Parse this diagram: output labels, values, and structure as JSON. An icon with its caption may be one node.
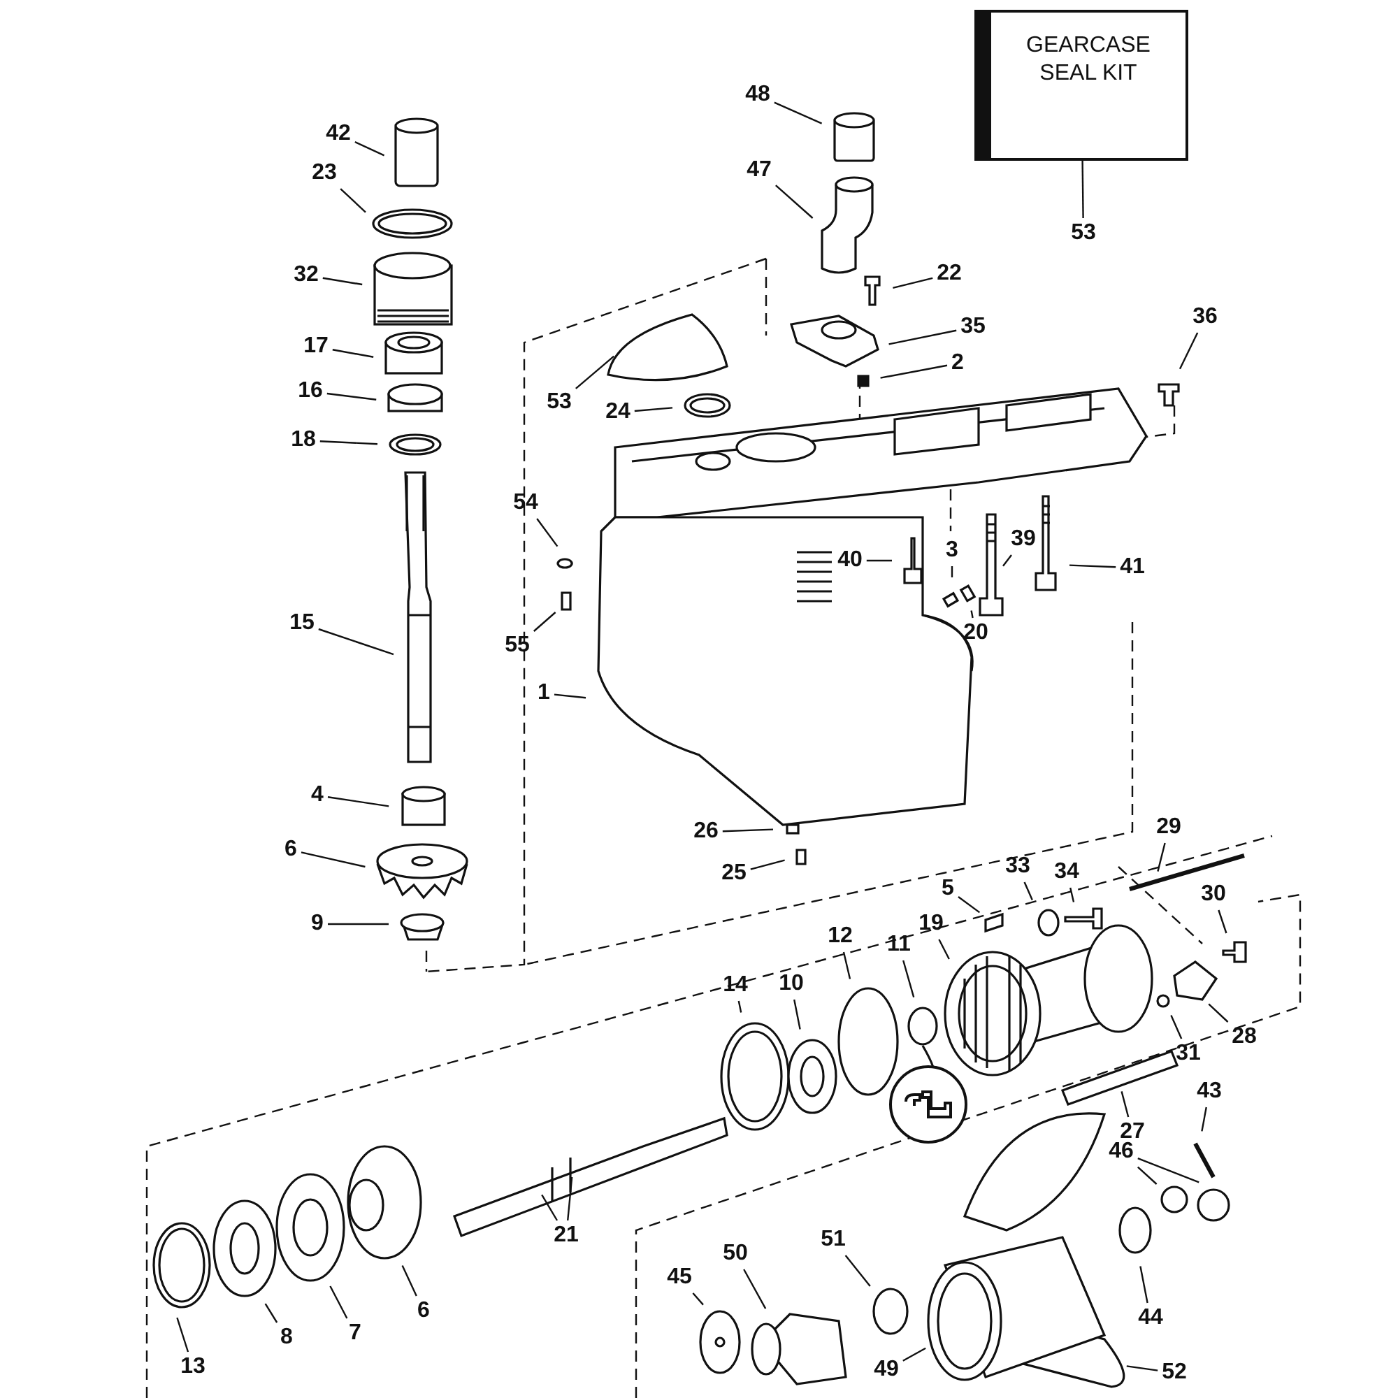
{
  "diagram": {
    "nodes": [
      {
        "text": [
          "GEARCASE SEAL KIT"
        ]
      },
      {
        "text": [
          "42"
        ]
      },
      {
        "text": [
          "23"
        ]
      },
      {
        "text": [
          "32"
        ]
      },
      {
        "text": [
          "17"
        ]
      },
      {
        "text": [
          "16"
        ]
      },
      {
        "text": [
          "18"
        ]
      },
      {
        "text": [
          "15"
        ]
      },
      {
        "text": [
          "4"
        ]
      },
      {
        "text": [
          "6"
        ]
      },
      {
        "text": [
          "9"
        ]
      },
      {
        "text": [
          "48"
        ]
      },
      {
        "text": [
          "47"
        ]
      },
      {
        "text": [
          "53"
        ]
      },
      {
        "text": [
          "22"
        ]
      },
      {
        "text": [
          "35"
        ]
      },
      {
        "text": [
          "2"
        ]
      },
      {
        "text": [
          "53"
        ]
      },
      {
        "text": [
          "24"
        ]
      },
      {
        "text": [
          "36"
        ]
      },
      {
        "text": [
          "54"
        ]
      },
      {
        "text": [
          "55"
        ]
      },
      {
        "text": [
          "40"
        ]
      },
      {
        "text": [
          "3"
        ]
      },
      {
        "text": [
          "39"
        ]
      },
      {
        "text": [
          "41"
        ]
      },
      {
        "text": [
          "20"
        ]
      },
      {
        "text": [
          "1"
        ]
      },
      {
        "text": [
          "26"
        ]
      },
      {
        "text": [
          "25"
        ]
      },
      {
        "text": [
          "29"
        ]
      },
      {
        "text": [
          "5"
        ]
      },
      {
        "text": [
          "33"
        ]
      },
      {
        "text": [
          "34"
        ]
      },
      {
        "text": [
          "30"
        ]
      },
      {
        "text": [
          "19"
        ]
      },
      {
        "text": [
          "14"
        ]
      },
      {
        "text": [
          "10"
        ]
      },
      {
        "text": [
          "12"
        ]
      },
      {
        "text": [
          "11"
        ]
      },
      {
        "text": [
          "28"
        ]
      },
      {
        "text": [
          "31"
        ]
      },
      {
        "text": [
          "27"
        ]
      },
      {
        "text": [],
        "shape": "circle"
      },
      {
        "text": [
          "43"
        ]
      },
      {
        "text": [
          "46"
        ]
      },
      {
        "text": [
          "21"
        ]
      },
      {
        "text": [
          "13"
        ]
      },
      {
        "text": [
          "8"
        ]
      },
      {
        "text": [
          "7"
        ]
      },
      {
        "text": [
          "6"
        ]
      },
      {
        "text": [
          "45"
        ]
      },
      {
        "text": [
          "50"
        ]
      },
      {
        "text": [
          "51"
        ]
      },
      {
        "text": [
          "49"
        ]
      },
      {
        "text": [
          "44"
        ]
      },
      {
        "text": [
          "52"
        ]
      }
    ],
    "edges": [
      {
        "from": 1,
        "to": null,
        "arrow": "none"
      },
      {
        "from": 2,
        "to": null,
        "arrow": "none"
      },
      {
        "from": 3,
        "to": null,
        "arrow": "none"
      },
      {
        "from": 4,
        "to": null,
        "arrow": "none"
      },
      {
        "from": 5,
        "to": null,
        "arrow": "none"
      },
      {
        "from": 6,
        "to": null,
        "arrow": "none"
      },
      {
        "from": 7,
        "to": null,
        "arrow": "none"
      },
      {
        "from": 8,
        "to": null,
        "arrow": "none"
      },
      {
        "from": 9,
        "to": null,
        "arrow": "none"
      },
      {
        "from": 10,
        "to": null,
        "arrow": "none"
      },
      {
        "from": 11,
        "to": null,
        "arrow": "none"
      },
      {
        "from": 12,
        "to": null,
        "arrow": "none"
      },
      {
        "from": 13,
        "to": 0,
        "arrow": "none"
      },
      {
        "from": 14,
        "to": null,
        "arrow": "none"
      },
      {
        "from": 15,
        "to": null,
        "arrow": "none"
      },
      {
        "from": 16,
        "to": null,
        "arrow": "none"
      },
      {
        "from": 17,
        "to": null,
        "arrow": "none"
      },
      {
        "from": 18,
        "to": null,
        "arrow": "none"
      },
      {
        "from": 19,
        "to": null,
        "arrow": "none"
      },
      {
        "from": 20,
        "to": null,
        "arrow": "none"
      },
      {
        "from": 21,
        "to": null,
        "arrow": "none"
      },
      {
        "from": 22,
        "to": null,
        "arrow": "none"
      },
      {
        "from": 23,
        "to": null,
        "arrow": "none"
      },
      {
        "from": 24,
        "to": null,
        "arrow": "none"
      },
      {
        "from": 25,
        "to": null,
        "arrow": "none"
      },
      {
        "from": 26,
        "to": null,
        "arrow": "none"
      },
      {
        "from": 27,
        "to": null,
        "arrow": "none"
      },
      {
        "from": 28,
        "to": null,
        "arrow": "none"
      },
      {
        "from": 29,
        "to": null,
        "arrow": "none"
      },
      {
        "from": 30,
        "to": null,
        "arrow": "none"
      },
      {
        "from": 31,
        "to": null,
        "arrow": "none"
      },
      {
        "from": 32,
        "to": null,
        "arrow": "none"
      },
      {
        "from": 33,
        "to": null,
        "arrow": "none"
      },
      {
        "from": 34,
        "to": null,
        "arrow": "none"
      },
      {
        "from": 35,
        "to": null,
        "arrow": "none"
      },
      {
        "from": 36,
        "to": null,
        "arrow": "none"
      },
      {
        "from": 37,
        "to": null,
        "arrow": "none"
      },
      {
        "from": 38,
        "to": null,
        "arrow": "none"
      },
      {
        "from": 39,
        "to": null,
        "arrow": "none"
      },
      {
        "from": 40,
        "to": null,
        "arrow": "none"
      },
      {
        "from": 41,
        "to": null,
        "arrow": "none"
      },
      {
        "from": 42,
        "to": null,
        "arrow": "none"
      },
      {
        "from": 43,
        "to": null,
        "arrow": "none"
      },
      {
        "from": 44,
        "to": null,
        "arrow": "none"
      },
      {
        "from": 45,
        "to": null,
        "arrow": "none"
      },
      {
        "from": 45,
        "to": null,
        "arrow": "none"
      },
      {
        "from": 46,
        "to": null,
        "arrow": "none"
      },
      {
        "from": 46,
        "to": null,
        "arrow": "none"
      },
      {
        "from": 47,
        "to": null,
        "arrow": "none"
      },
      {
        "from": 48,
        "to": null,
        "arrow": "none"
      },
      {
        "from": 49,
        "to": null,
        "arrow": "none"
      },
      {
        "from": 50,
        "to": null,
        "arrow": "none"
      },
      {
        "from": 51,
        "to": null,
        "arrow": "none"
      },
      {
        "from": 52,
        "to": null,
        "arrow": "none"
      },
      {
        "from": 53,
        "to": null,
        "arrow": "none"
      },
      {
        "from": 54,
        "to": null,
        "arrow": "none"
      },
      {
        "from": 55,
        "to": null,
        "arrow": "none"
      },
      {
        "from": 56,
        "to": null,
        "arrow": "none"
      }
    ]
  }
}
